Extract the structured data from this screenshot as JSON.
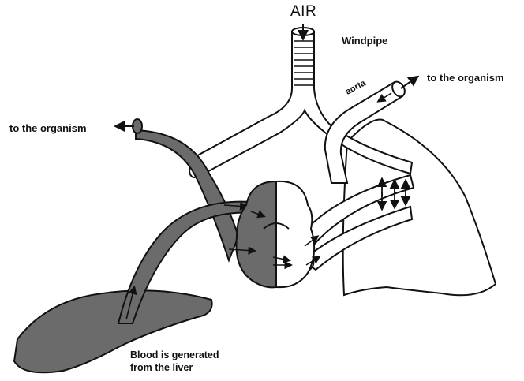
{
  "labels": {
    "air": "AIR",
    "windpipe": "Windpipe",
    "aorta": "aorta",
    "to_organism_right": "to the organism",
    "to_organism_left": "to the organism",
    "liver_line1": "Blood is generated",
    "liver_line2": "from the liver"
  },
  "colors": {
    "dark_fill": "#6b6b6b",
    "outline": "#111111",
    "background": "#ffffff"
  },
  "icons": [
    "arrow-icon"
  ]
}
